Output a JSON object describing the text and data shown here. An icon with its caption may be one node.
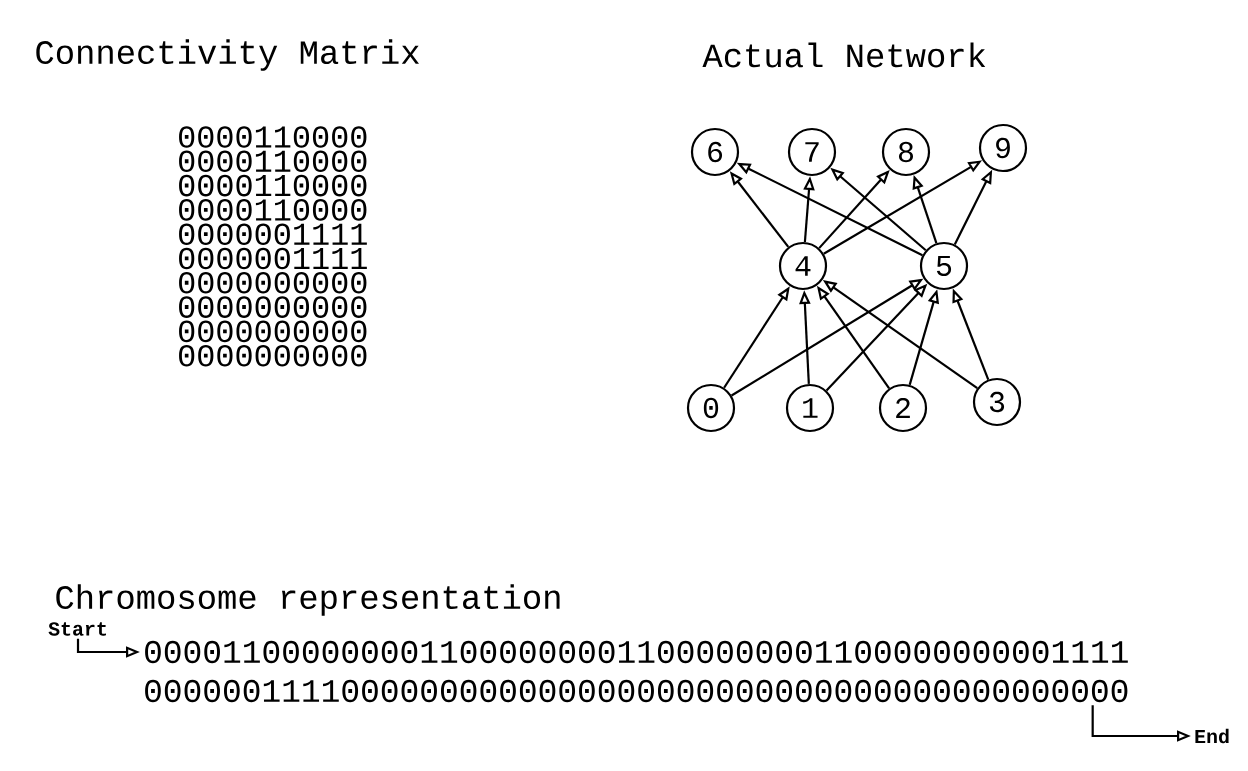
{
  "diagram": {
    "nodes": [
      {
        "text": [
          "0"
        ]
      },
      {
        "text": [
          "1"
        ]
      },
      {
        "text": [
          "2"
        ]
      },
      {
        "text": [
          "3"
        ]
      },
      {
        "text": [
          "4"
        ]
      },
      {
        "text": [
          "5"
        ]
      },
      {
        "text": [
          "6"
        ]
      },
      {
        "text": [
          "7"
        ]
      },
      {
        "text": [
          "8"
        ]
      },
      {
        "text": [
          "9"
        ]
      },
      {
        "text": [
          "Start"
        ]
      },
      {
        "text": [
          "00001100000000110000000011000000001100000000001111"
        ]
      },
      {
        "text": [
          "00000011110000000000000000000000000000000000000000"
        ]
      },
      {
        "text": [
          "End"
        ]
      }
    ],
    "edges": [
      {
        "from": 0,
        "to": 4,
        "arrow": "to"
      },
      {
        "from": 0,
        "to": 5,
        "arrow": "to"
      },
      {
        "from": 1,
        "to": 4,
        "arrow": "to"
      },
      {
        "from": 1,
        "to": 5,
        "arrow": "to"
      },
      {
        "from": 2,
        "to": 4,
        "arrow": "to"
      },
      {
        "from": 2,
        "to": 5,
        "arrow": "to"
      },
      {
        "from": 3,
        "to": 4,
        "arrow": "to"
      },
      {
        "from": 3,
        "to": 5,
        "arrow": "to"
      },
      {
        "from": 4,
        "to": 6,
        "arrow": "to"
      },
      {
        "from": 4,
        "to": 7,
        "arrow": "to"
      },
      {
        "from": 4,
        "to": 8,
        "arrow": "to"
      },
      {
        "from": 4,
        "to": 9,
        "arrow": "to"
      },
      {
        "from": 5,
        "to": 6,
        "arrow": "to"
      },
      {
        "from": 5,
        "to": 7,
        "arrow": "to"
      },
      {
        "from": 5,
        "to": 8,
        "arrow": "to"
      },
      {
        "from": 5,
        "to": 9,
        "arrow": "to"
      },
      {
        "from": 10,
        "to": 11,
        "arrow": "to"
      },
      {
        "from": 12,
        "to": 13,
        "arrow": "to"
      }
    ],
    "labels": [
      "Connectivity Matrix",
      "Actual Network",
      "0000110000",
      "0000110000",
      "0000110000",
      "0000110000",
      "0000001111",
      "0000001111",
      "0000000000",
      "0000000000",
      "0000000000",
      "0000000000",
      "Chromosome representation"
    ]
  }
}
